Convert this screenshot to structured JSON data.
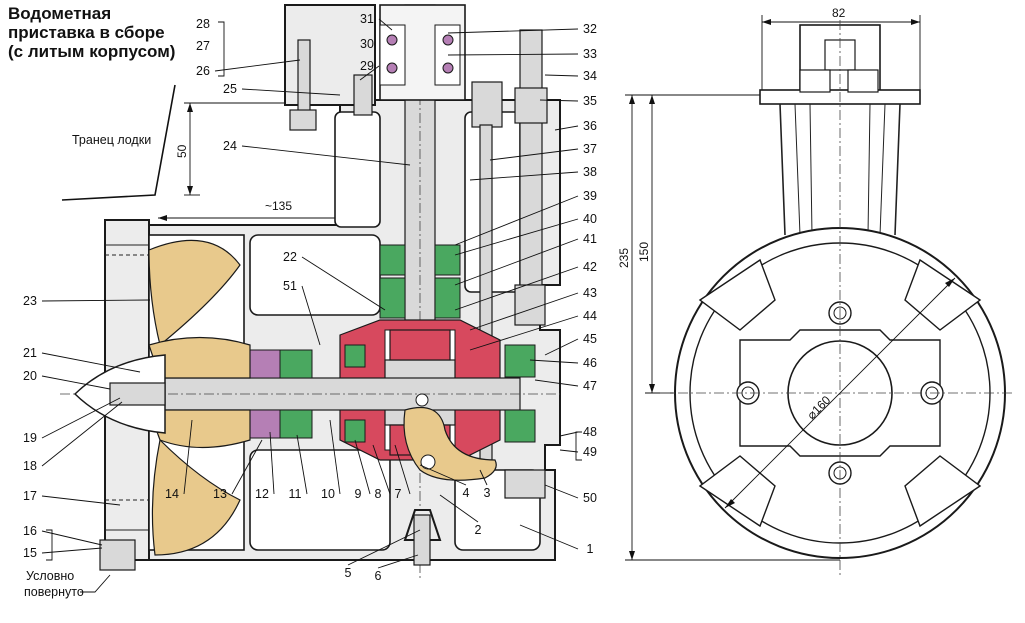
{
  "title": {
    "line1": "Водометная",
    "line2": "приставка в сборе",
    "line3": "(с литым корпусом)"
  },
  "labels": {
    "transom": "Транец лодки",
    "note_line1": "Условно",
    "note_line2": "повернуто"
  },
  "dimensions": {
    "left_height": "50",
    "left_width": "~135",
    "right_top": "82",
    "right_total_height": "235",
    "right_partial_height": "150",
    "right_diameter": "⌀160"
  },
  "callouts": {
    "left": [
      "23",
      "21",
      "20",
      "19",
      "18",
      "17",
      "16",
      "15",
      "25",
      "24",
      "22",
      "51",
      "14",
      "13",
      "12",
      "11",
      "10",
      "9",
      "8",
      "7"
    ],
    "top": [
      "28",
      "27",
      "26",
      "31",
      "30",
      "29"
    ],
    "right": [
      "32",
      "33",
      "34",
      "35",
      "36",
      "37",
      "38",
      "39",
      "40",
      "41",
      "42",
      "43",
      "44",
      "45",
      "46",
      "47",
      "48",
      "49",
      "50",
      "1"
    ],
    "bottom": [
      "4",
      "3",
      "2",
      "5",
      "6"
    ]
  },
  "colors": {
    "housing": "#ececec",
    "gears": "#d7495e",
    "bearings": "#4aa860",
    "seals": "#b57fb5",
    "impeller": "#e8c98c"
  }
}
